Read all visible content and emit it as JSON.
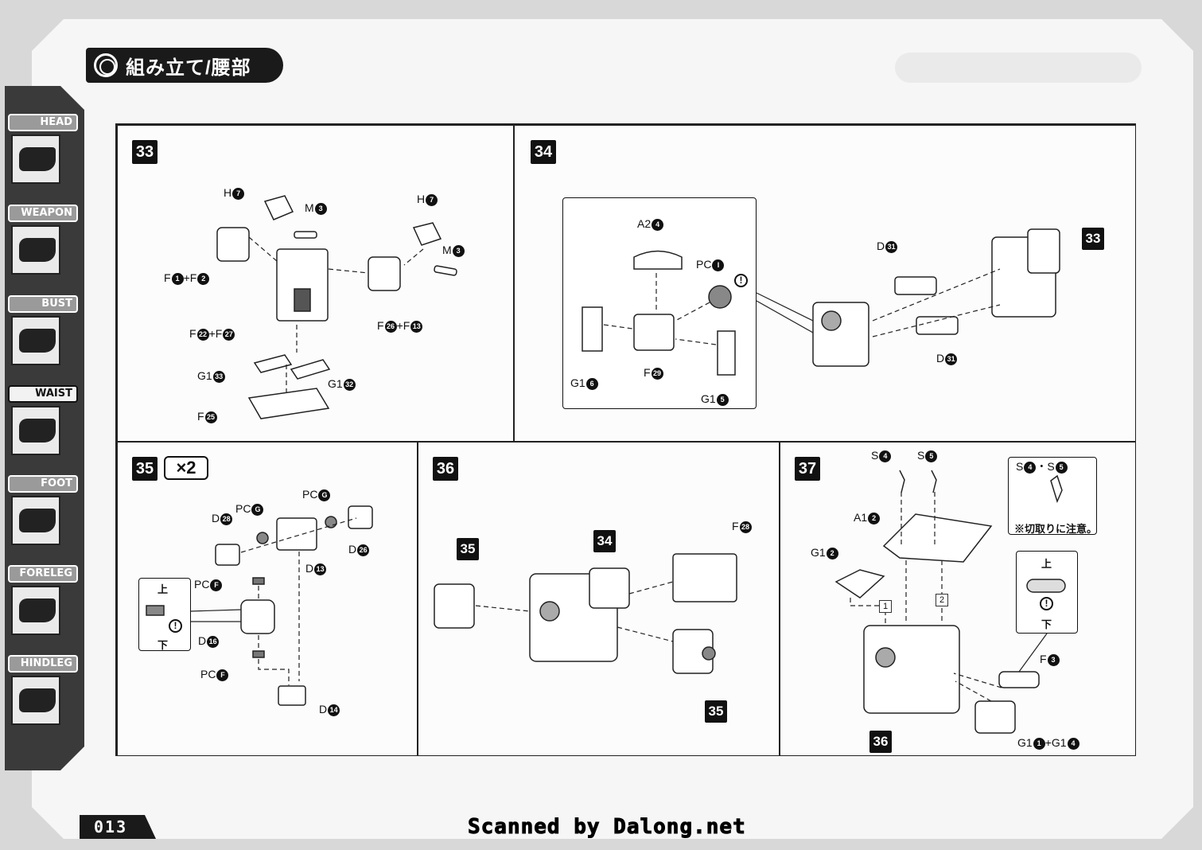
{
  "header": {
    "title": "組み立て/腰部"
  },
  "sidebar": {
    "items": [
      {
        "label": "HEAD",
        "active": false
      },
      {
        "label": "WEAPON",
        "active": false
      },
      {
        "label": "BUST",
        "active": false
      },
      {
        "label": "WAIST",
        "active": true
      },
      {
        "label": "FOOT",
        "active": false
      },
      {
        "label": "FORELEG",
        "active": false
      },
      {
        "label": "HINDLEG",
        "active": false
      }
    ]
  },
  "steps": {
    "s33": {
      "number": "33",
      "parts": [
        "H",
        "7",
        "M",
        "3",
        "F",
        "1",
        "2",
        "22",
        "27",
        "G1",
        "33",
        "32",
        "25",
        "H",
        "7",
        "M",
        "3",
        "26",
        "13"
      ]
    },
    "s34": {
      "number": "34",
      "ref": "33"
    },
    "s35": {
      "number": "35",
      "multiplier": "×2"
    },
    "s36": {
      "number": "36",
      "ref_a": "35",
      "ref_b": "34",
      "ref_c": "35"
    },
    "s37": {
      "number": "37",
      "ref": "36",
      "seq1": "1",
      "seq2": "2"
    }
  },
  "labels": {
    "p33": {
      "h7a": "H",
      "h7a_n": "7",
      "m3a": "M",
      "m3a_n": "3",
      "f12": "F",
      "f12_n1": "1",
      "f12_plus": "+F",
      "f12_n2": "2",
      "f2227": "F",
      "f2227_n1": "22",
      "f2227_plus": "+F",
      "f2227_n2": "27",
      "g133": "G1",
      "g133_n": "33",
      "g132": "G1",
      "g132_n": "32",
      "f25": "F",
      "f25_n": "25",
      "h7b": "H",
      "h7b_n": "7",
      "m3b": "M",
      "m3b_n": "3",
      "f2613": "F",
      "f2613_n1": "26",
      "f2613_plus": "+F",
      "f2613_n2": "13"
    },
    "p34": {
      "a24": "A2",
      "a24_n": "4",
      "pc1": "PC",
      "pc1_n": "I",
      "g16": "G1",
      "g16_n": "6",
      "f29": "F",
      "f29_n": "29",
      "g15": "G1",
      "g15_n": "5",
      "d31a": "D",
      "d31a_n": "31",
      "d31b": "D",
      "d31b_n": "31"
    },
    "p35": {
      "d28": "D",
      "d28_n": "28",
      "pcg1": "PC",
      "pcg1_n": "G",
      "pcg2": "PC",
      "pcg2_n": "G",
      "d26": "D",
      "d26_n": "26",
      "d13": "D",
      "d13_n": "13",
      "pcf1": "PC",
      "pcf1_n": "F",
      "d16": "D",
      "d16_n": "16",
      "pcf2": "PC",
      "pcf2_n": "F",
      "d14": "D",
      "d14_n": "14",
      "up": "上",
      "down": "下"
    },
    "p36": {
      "f28": "F",
      "f28_n": "28"
    },
    "p37": {
      "s4": "S",
      "s4_n": "4",
      "s5": "S",
      "s5_n": "5",
      "a12": "A1",
      "a12_n": "2",
      "g12": "G1",
      "g12_n": "2",
      "f3": "F",
      "f3_n": "3",
      "g1": "G1",
      "g1_n1": "1",
      "g1_plus": "+G1",
      "g1_n2": "4",
      "inset_label": "S",
      "inset_n1": "4",
      "inset_dot": "・S",
      "inset_n2": "5",
      "inset_note": "※切取りに注意。",
      "up": "上",
      "down": "下"
    },
    "caution": "!"
  },
  "footer": {
    "page_number": "013",
    "scan_credit": "Scanned by Dalong.net"
  }
}
